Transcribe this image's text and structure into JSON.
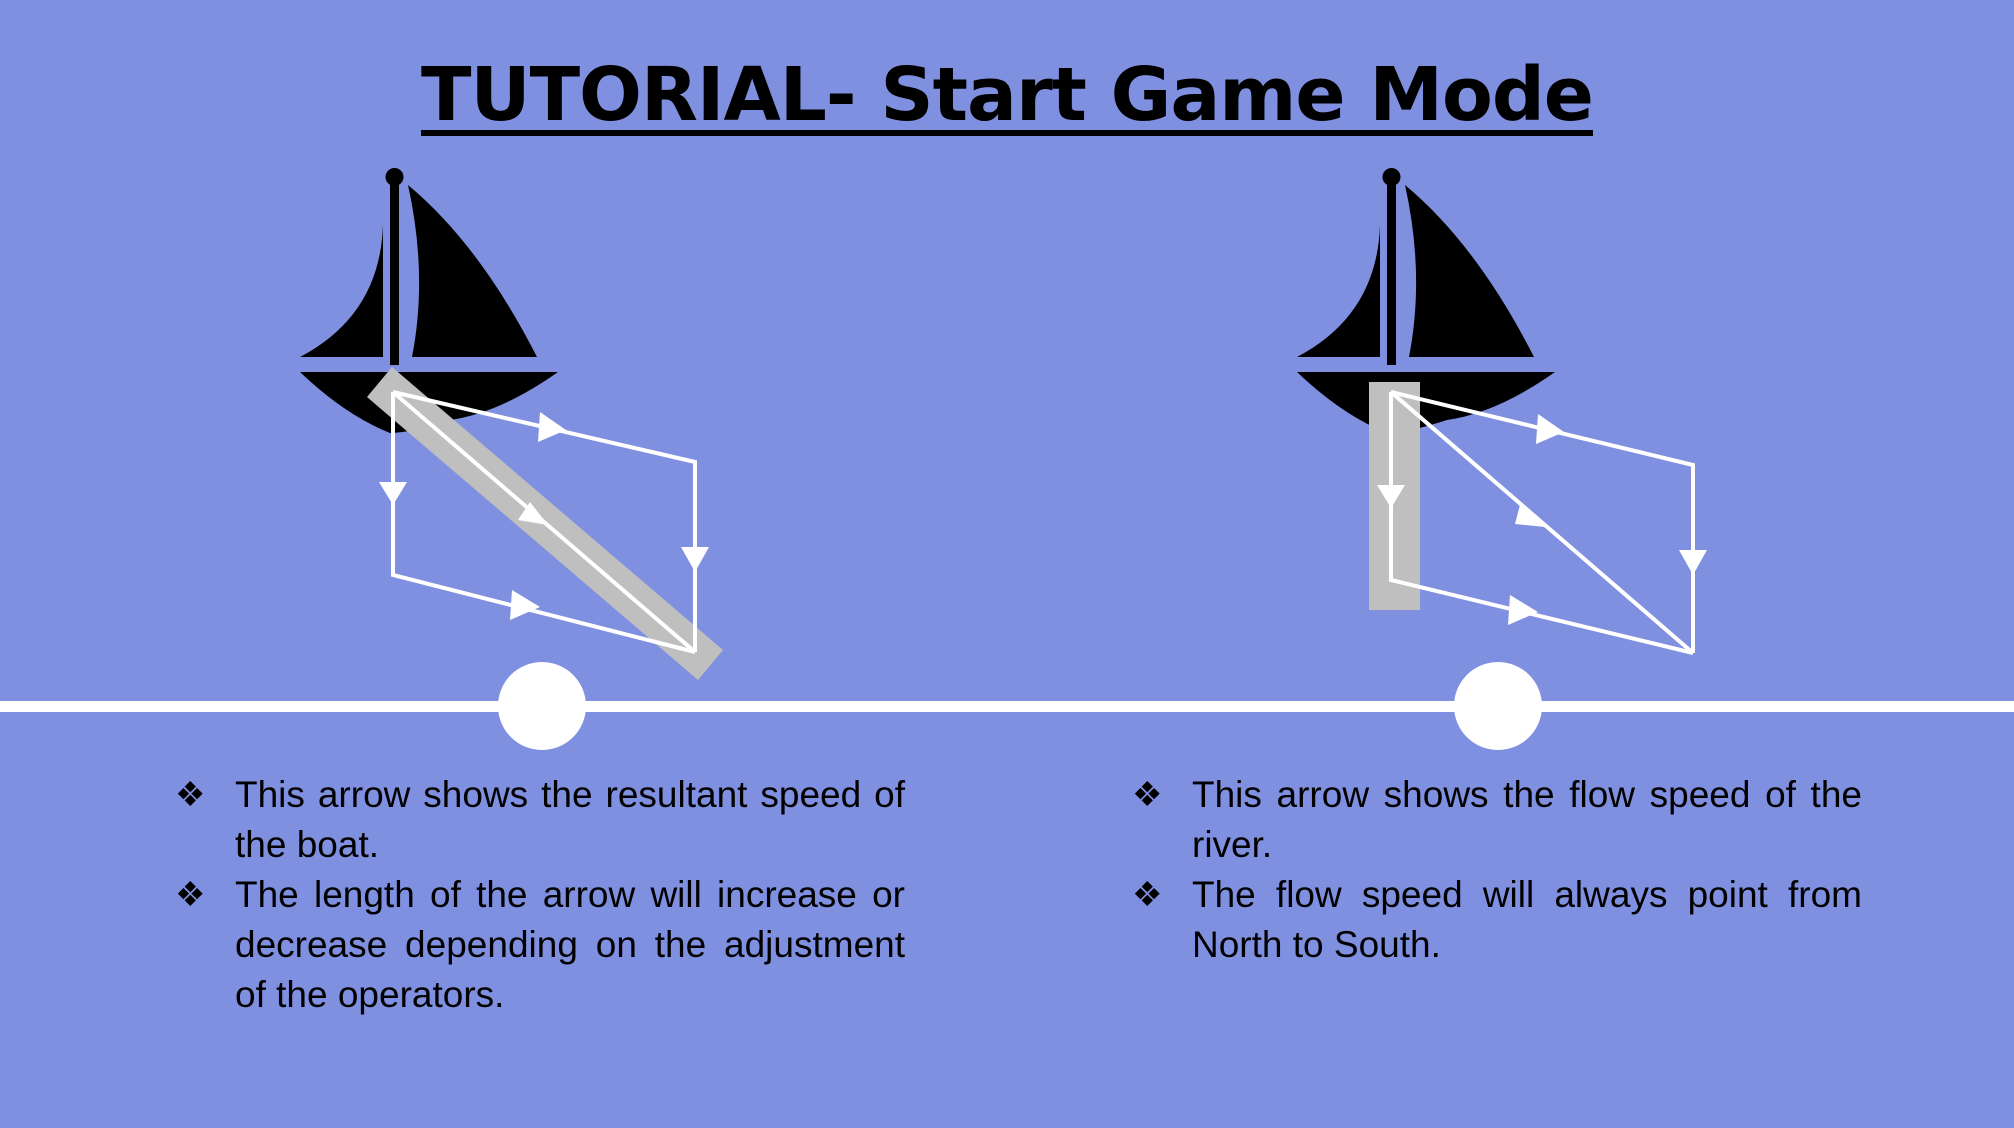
{
  "title": "TUTORIAL- Start Game Mode",
  "bullet_mark": "❖",
  "left_panel": {
    "bullets": [
      "This arrow shows the resultant speed of the boat.",
      "The length of the arrow will increase or decrease depending on the adjustment of the operators."
    ]
  },
  "right_panel": {
    "bullets": [
      "This arrow shows the flow speed of the river.",
      "The flow speed will always point from North to South."
    ]
  },
  "colors": {
    "background": "#8090e0",
    "boat": "#000000",
    "highlight": "#bfbfbf",
    "vector_lines": "#ffffff",
    "timeline": "#ffffff"
  },
  "timeline": {
    "steps": 2,
    "current_step": 1
  }
}
